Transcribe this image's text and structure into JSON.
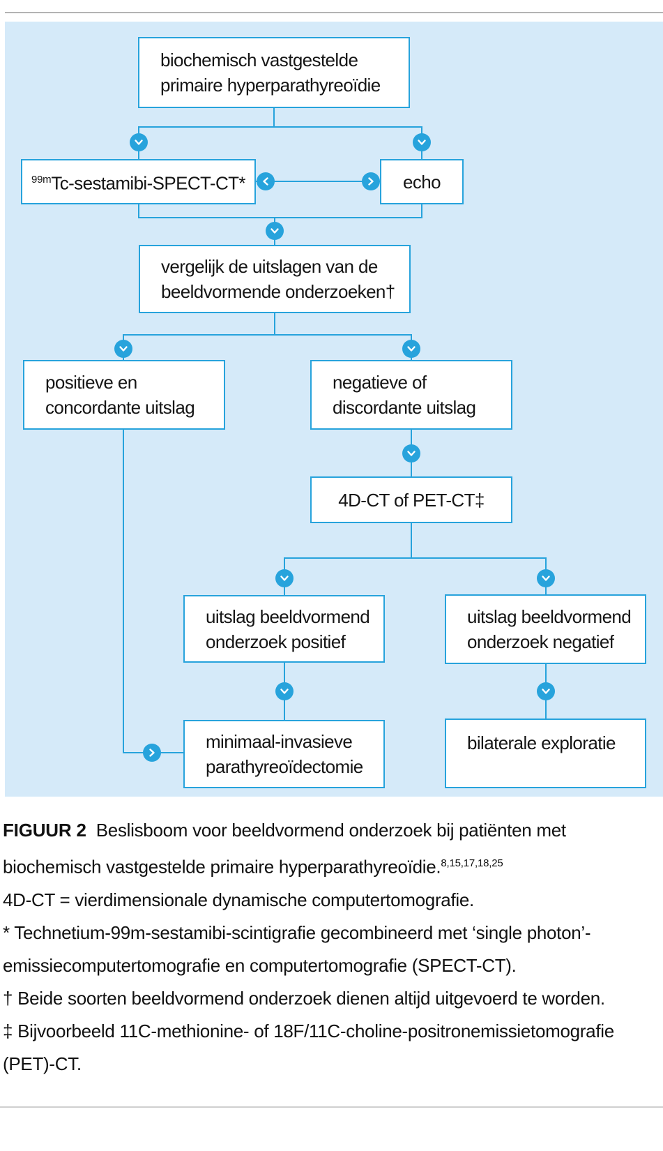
{
  "figure": {
    "colors": {
      "accent": "#27a3dc",
      "panel_bg": "#d5eaf9",
      "text": "#151515",
      "rule_top": "#b3b3b3",
      "rule_bottom": "#cfcfcf"
    },
    "nodes": {
      "biochemisch": {
        "line1": "biochemisch vastgestelde",
        "line2": "primaire hyperparathyreoïdie"
      },
      "spect": {
        "sup": "99m",
        "label": "Tc-sestamibi-SPECT-CT*"
      },
      "echo": {
        "label": "echo"
      },
      "vergelijk": {
        "line1": "vergelijk de uitslagen van de",
        "line2": "beeldvormende onderzoeken†"
      },
      "positief_concordant": {
        "line1": "positieve en",
        "line2": "concordante uitslag"
      },
      "negatief_discordant": {
        "line1": "negatieve of",
        "line2": "discordante uitslag"
      },
      "ct": {
        "label": "4D-CT of PET-CT‡"
      },
      "uitslag_positief": {
        "line1": "uitslag beeldvormend",
        "line2": "onderzoek positief"
      },
      "uitslag_negatief": {
        "line1": "uitslag beeldvormend",
        "line2": "onderzoek negatief"
      },
      "mip": {
        "line1": "minimaal-invasieve",
        "line2": "parathyreoïdectomie"
      },
      "bilateraal": {
        "label": "bilaterale exploratie"
      }
    }
  },
  "caption": {
    "figure_label": "FIGUUR 2",
    "line1": "Beslisboom voor beeldvormend onderzoek bij patiënten met",
    "line2": "biochemisch vastgestelde primaire hyperparathyreoïdie.",
    "line2_refs": "8,15,17,18,25",
    "line3": "4D-CT = vierdimensionale dynamische computertomografie.",
    "line4": "* Technetium-99m-sestamibi-scintigrafie gecombineerd met ‘single photon’-",
    "line5": "emissiecomputertomografie en computertomografie (SPECT-CT).",
    "line6": "† Beide soorten beeldvormend onderzoek dienen altijd uitgevoerd te worden.",
    "line7": "‡ Bijvoorbeeld 11C-methionine- of 18F/11C-choline-positronemissietomografie",
    "line8": "(PET)-CT."
  }
}
